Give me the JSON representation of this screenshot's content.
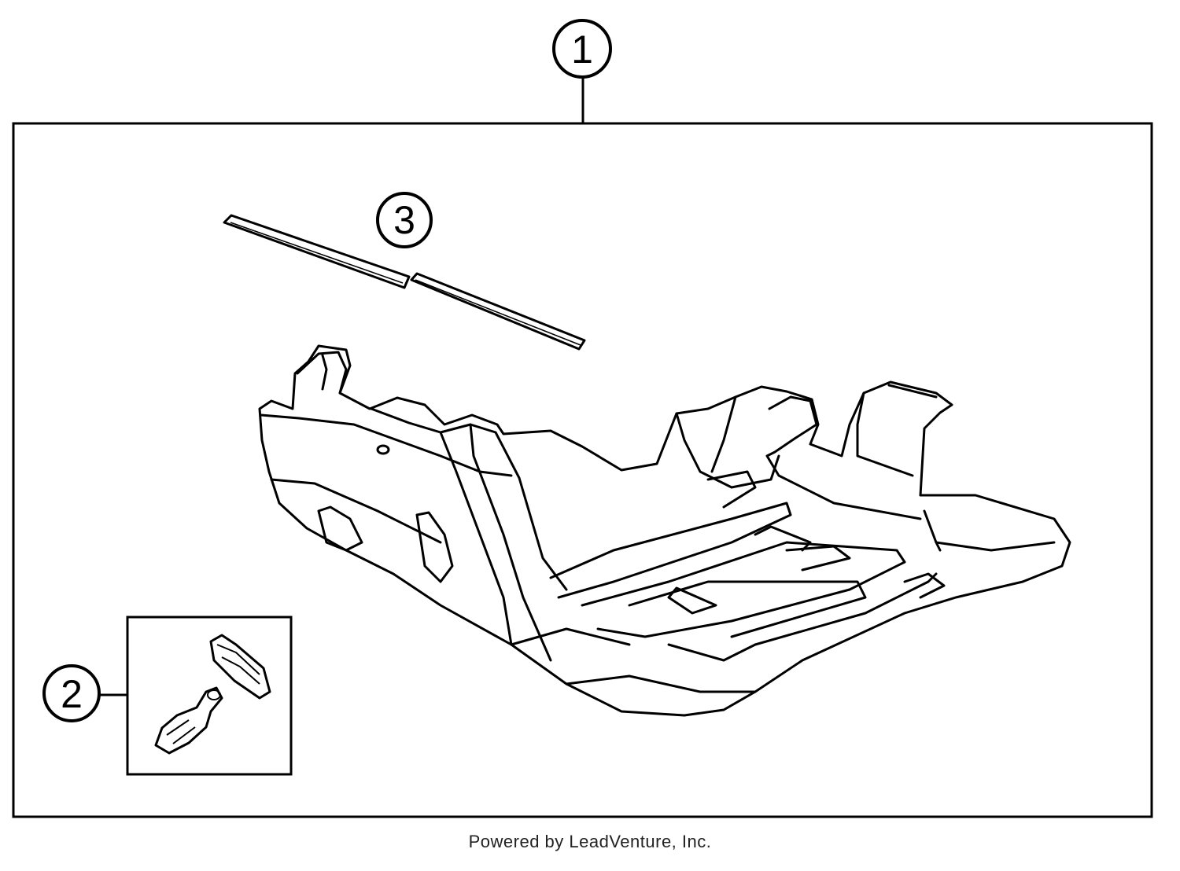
{
  "callouts": {
    "part_1": "1",
    "part_2": "2",
    "part_3": "3"
  },
  "footer": {
    "credit": "Powered by LeadVenture, Inc."
  }
}
